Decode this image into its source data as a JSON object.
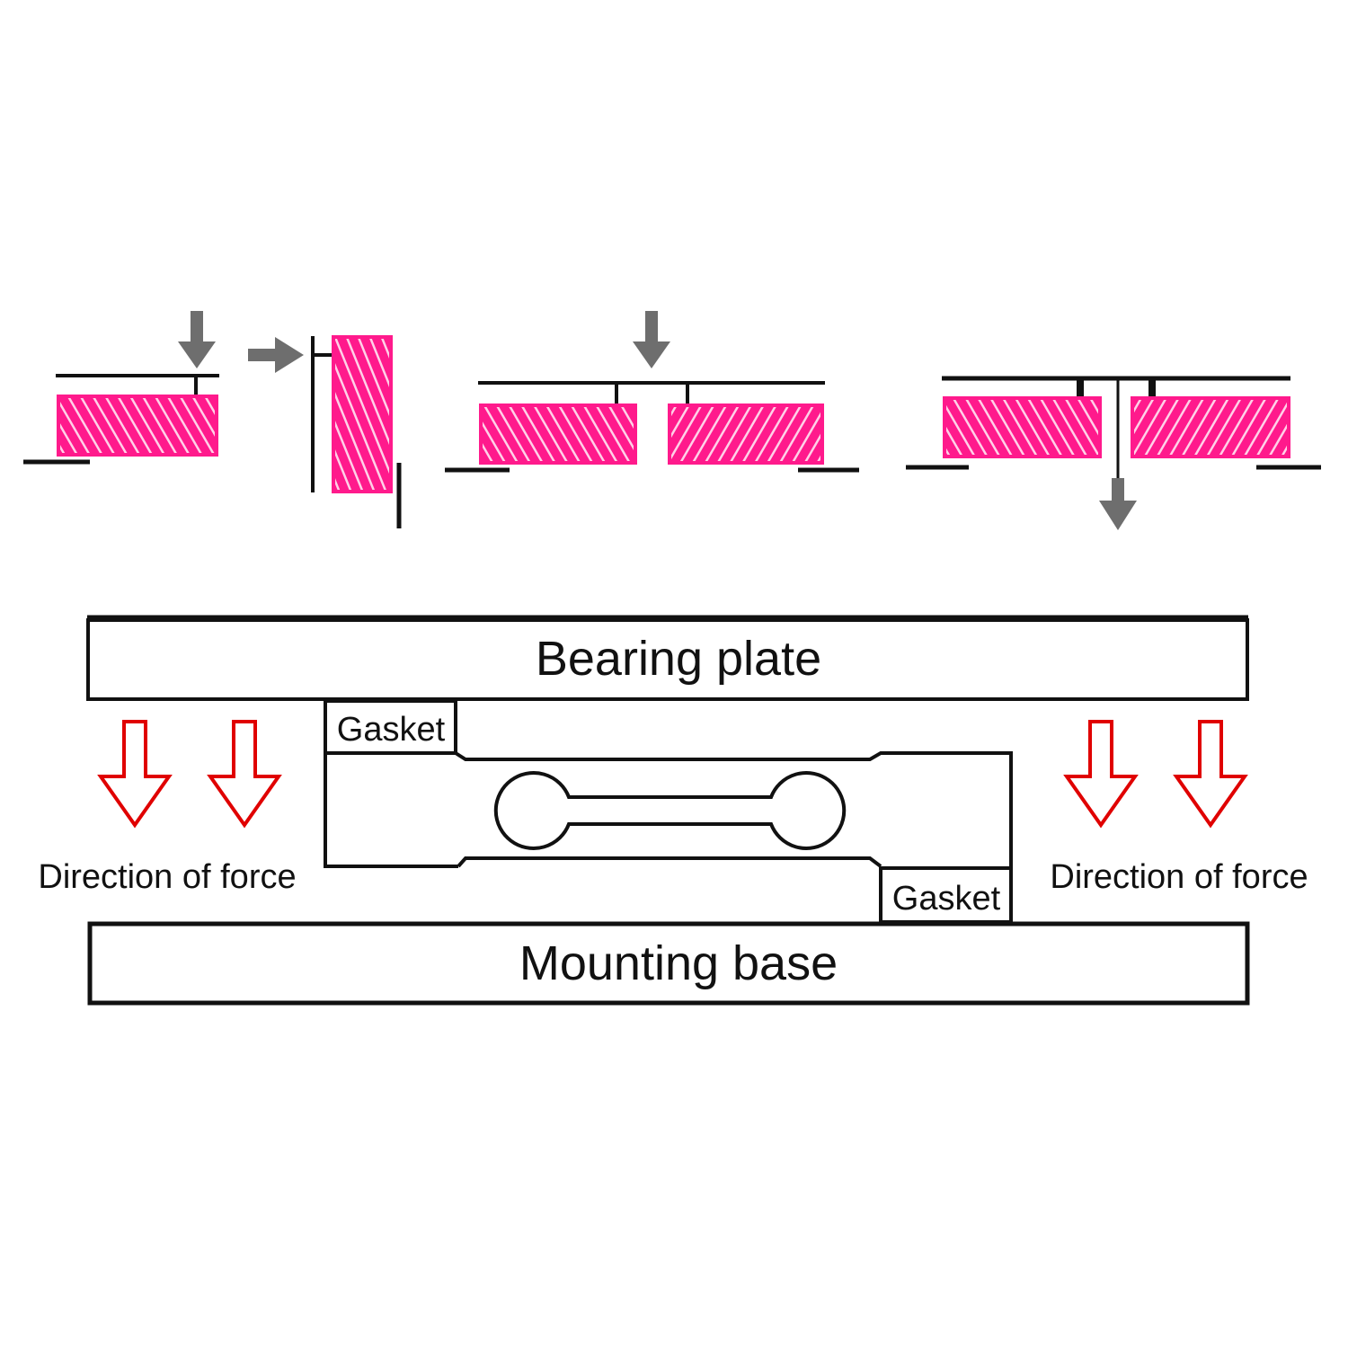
{
  "labels": {
    "bearing_plate": "Bearing plate",
    "mounting_base": "Mounting base",
    "gasket_top": "Gasket",
    "gasket_bottom": "Gasket",
    "direction_left": "Direction of force",
    "direction_right": "Direction of force"
  },
  "colors": {
    "load_cell_fill": "#ff1a8c",
    "load_cell_hatch": "#ffd1e8",
    "force_arrow": "#e00000",
    "gray_arrow": "#6e6e6e",
    "line": "#111111"
  },
  "icons": {
    "gray_arrow": "arrow-icon",
    "force_arrow": "hollow-down-arrow-icon"
  }
}
